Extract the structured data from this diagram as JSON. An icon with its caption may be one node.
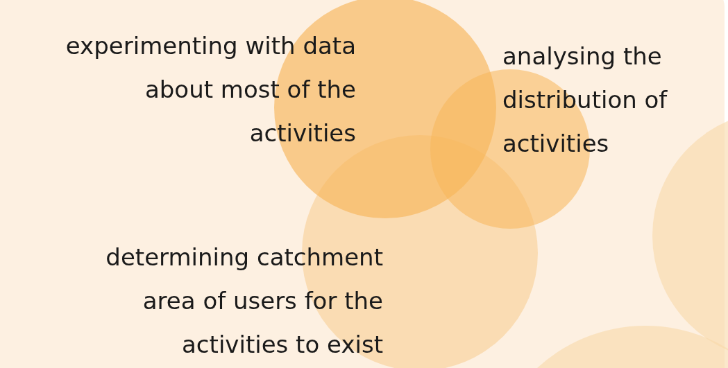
{
  "diagram": {
    "labels": [
      "experimenting with data about most of the activities",
      "analysing the distribution of activities",
      "determining catchment area of users for the activities to exist"
    ]
  }
}
